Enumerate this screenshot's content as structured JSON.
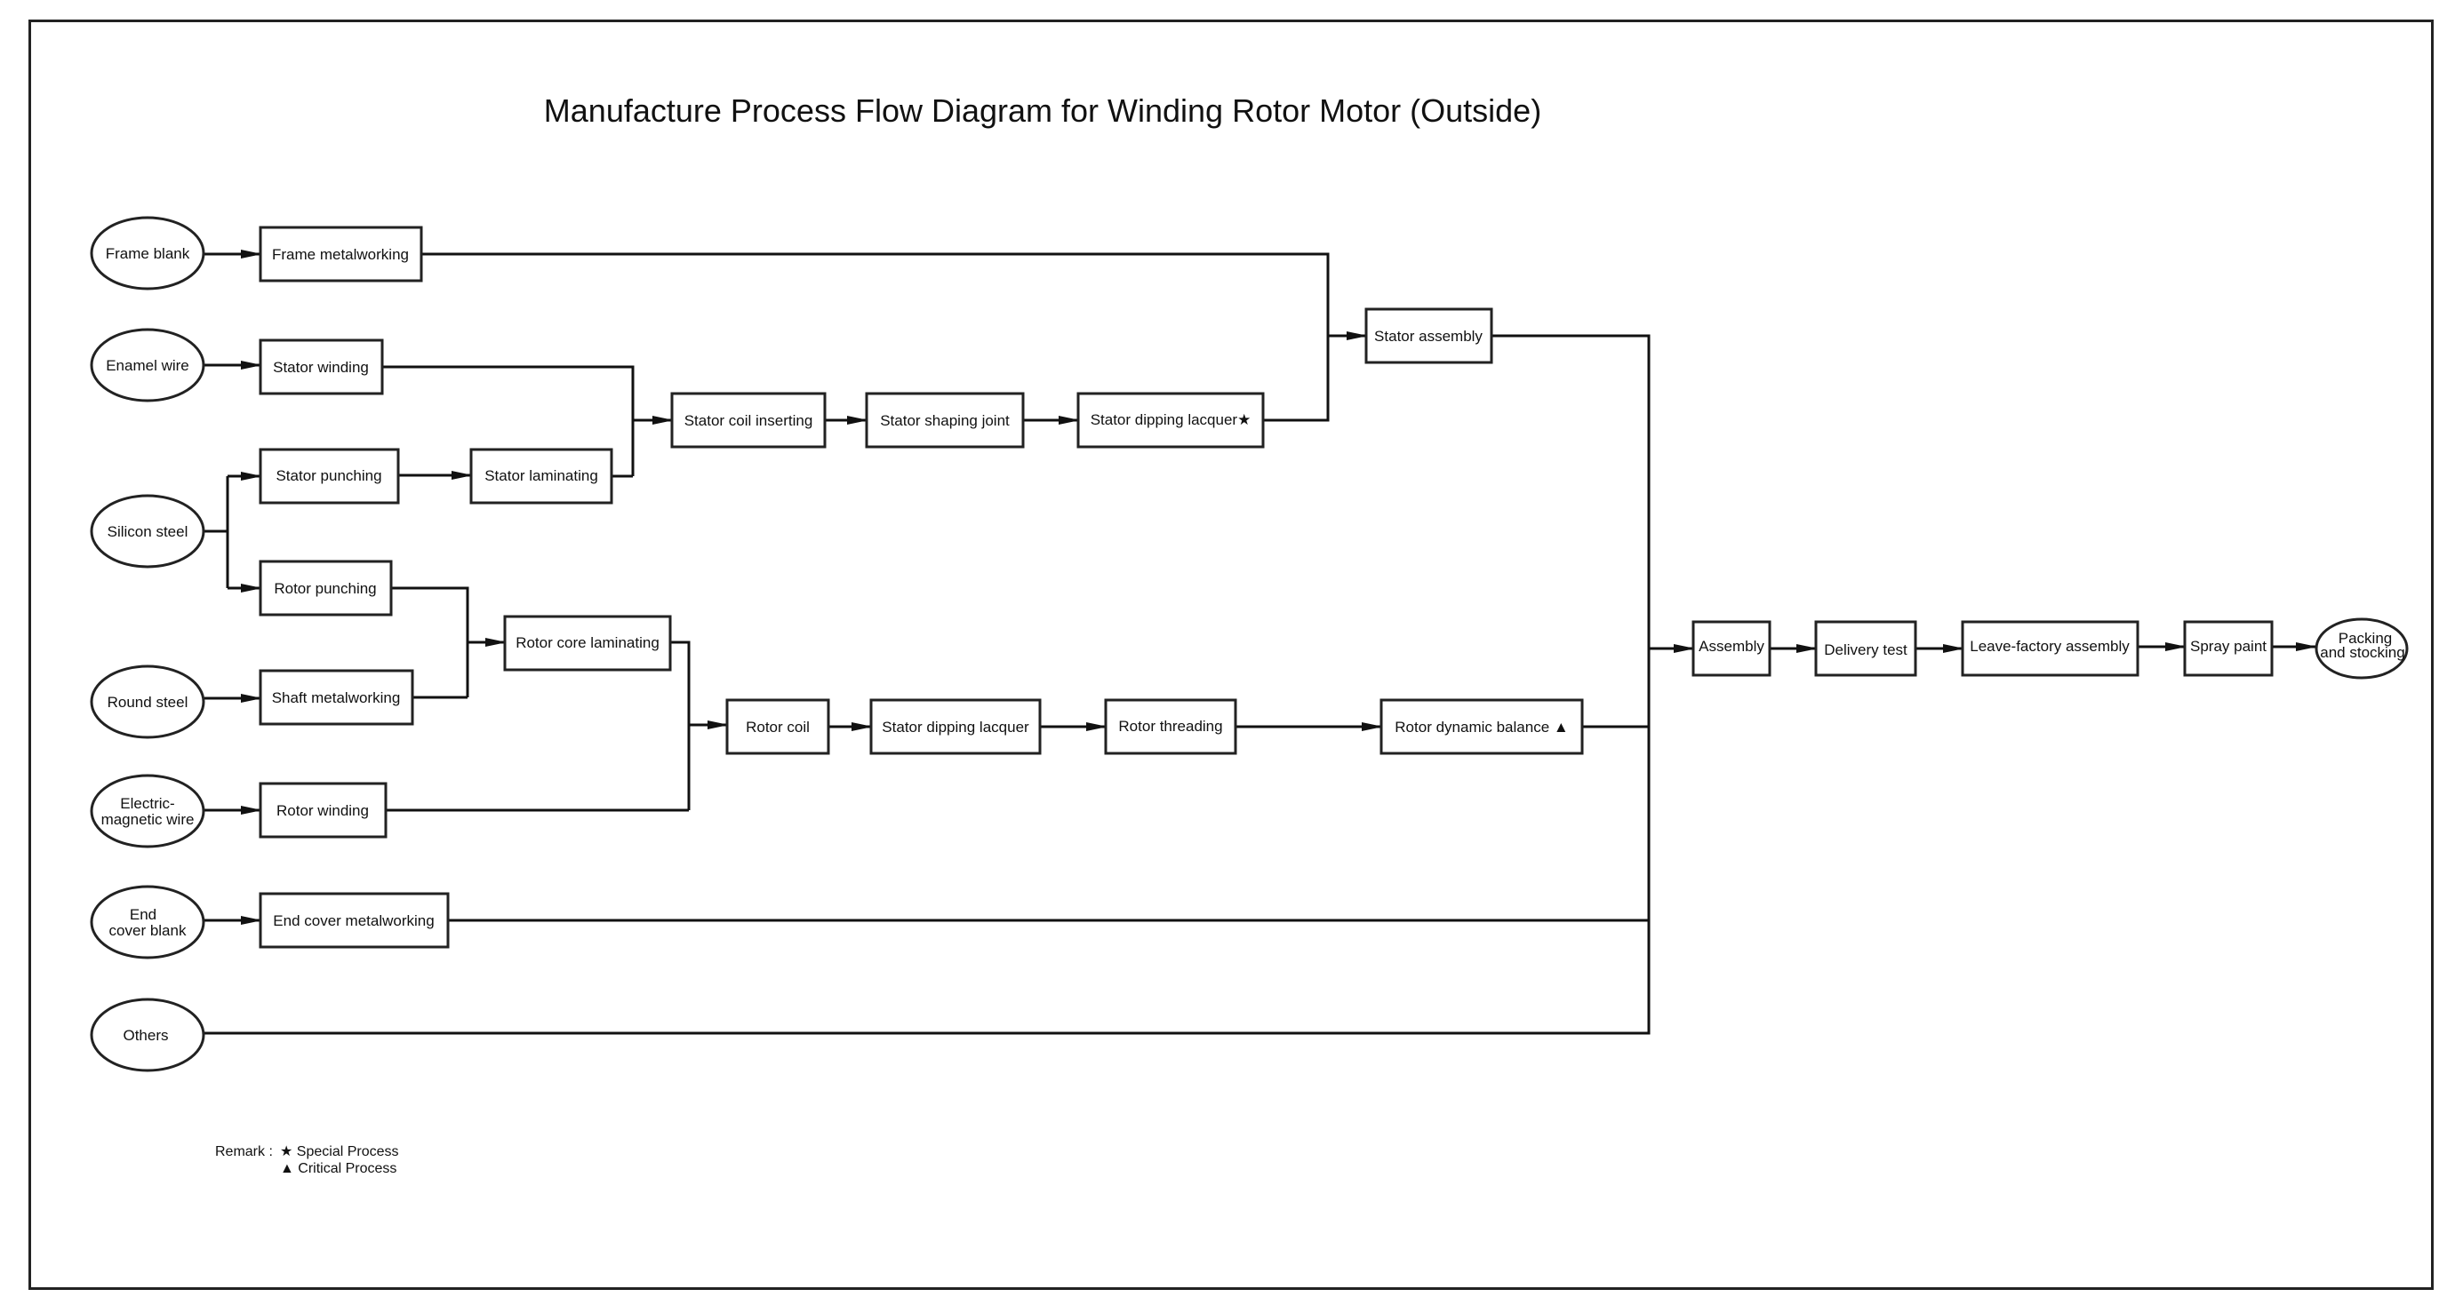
{
  "title": "Manufacture Process Flow Diagram for Winding Rotor Motor (Outside)",
  "nodes": {
    "frame_blank": "Frame blank",
    "enamel_wire": "Enamel wire",
    "silicon_steel": "Silicon steel",
    "round_steel": "Round steel",
    "electric_magnetic_wire": [
      "Electric-",
      "magnetic wire"
    ],
    "end_cover_blank": [
      "End",
      "cover blank"
    ],
    "others": "Others",
    "frame_metalworking": "Frame metalworking",
    "stator_winding": "Stator winding",
    "stator_punching": "Stator punching",
    "stator_laminating": "Stator laminating",
    "rotor_punching": "Rotor punching",
    "shaft_metalworking": "Shaft metalworking",
    "rotor_core_laminating": "Rotor core laminating",
    "rotor_winding": "Rotor winding",
    "end_cover_metalworking": "End cover metalworking",
    "stator_coil_inserting": "Stator coil inserting",
    "stator_shaping_joint": "Stator shaping joint",
    "stator_dipping_lacquer_special": "Stator dipping lacquer★",
    "stator_assembly": "Stator assembly",
    "rotor_coil": "Rotor coil",
    "stator_dipping_lacquer": "Stator dipping lacquer",
    "rotor_threading": "Rotor threading",
    "rotor_dynamic_balance": "Rotor dynamic balance ▲",
    "assembly": "Assembly",
    "delivery_test": "Delivery test",
    "leave_factory_assembly": "Leave-factory assembly",
    "spray_paint": "Spray paint",
    "packing_and_stocking": [
      "Packing",
      "and stocking"
    ]
  },
  "remark": {
    "label": "Remark :",
    "special": "★ Special Process",
    "critical": "▲ Critical Process"
  }
}
